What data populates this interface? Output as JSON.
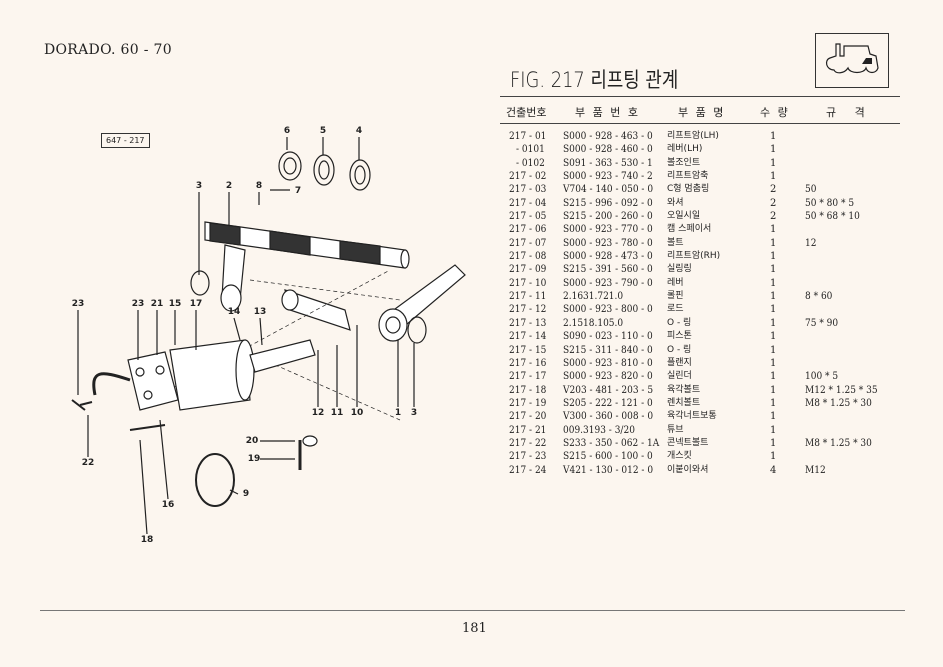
{
  "header": {
    "model": "DORADO. 60 - 70",
    "figure_ref": "647 - 217",
    "figure_title": "FIG. 217 리프팅 관계"
  },
  "logo": {
    "icon": "tractor-icon"
  },
  "table": {
    "columns": [
      "건출번호",
      "부 품 번 호",
      "부 품 명",
      "수 량",
      "규   격"
    ],
    "rows": [
      [
        "217 - 01",
        "S000 - 928 - 463 - 0",
        "리프트암(LH)",
        "1",
        ""
      ],
      [
        "- 0101",
        "S000 - 928 - 460 - 0",
        "레버(LH)",
        "1",
        ""
      ],
      [
        "- 0102",
        "S091 - 363 - 530 - 1",
        "볼조인트",
        "1",
        ""
      ],
      [
        "217 - 02",
        "S000 - 923 - 740 - 2",
        "리프트암축",
        "1",
        ""
      ],
      [
        "217 - 03",
        "V704 - 140 - 050 - 0",
        "C형 멈춤링",
        "2",
        "50"
      ],
      [
        "217 - 04",
        "S215 - 996 - 092 - 0",
        "와셔",
        "2",
        "50 * 80 * 5"
      ],
      [
        "217 - 05",
        "S215 - 200 - 260 - 0",
        "오일시일",
        "2",
        "50 * 68 * 10"
      ],
      [
        "217 - 06",
        "S000 - 923 - 770 - 0",
        "캠 스페이서",
        "1",
        ""
      ],
      [
        "217 - 07",
        "S000 - 923 - 780 - 0",
        "볼트",
        "1",
        "12"
      ],
      [
        "217 - 08",
        "S000 - 928 - 473 - 0",
        "리프트암(RH)",
        "1",
        ""
      ],
      [
        "217 - 09",
        "S215 - 391 - 560 - 0",
        "실링링",
        "1",
        ""
      ],
      [
        "217 - 10",
        "S000 - 923 - 790 - 0",
        "레버",
        "1",
        ""
      ],
      [
        "217 - 11",
        "2.1631.721.0",
        "롤핀",
        "1",
        "8 * 60"
      ],
      [
        "217 - 12",
        "S000 - 923 - 800 - 0",
        "로드",
        "1",
        ""
      ],
      [
        "217 - 13",
        "2.1518.105.0",
        "O - 링",
        "1",
        "75 * 90"
      ],
      [
        "217 - 14",
        "S090 - 023 - 110 - 0",
        "피스톤",
        "1",
        ""
      ],
      [
        "217 - 15",
        "S215 - 311 - 840 - 0",
        "O - 링",
        "1",
        ""
      ],
      [
        "217 - 16",
        "S000 - 923 - 810 - 0",
        "플랜지",
        "1",
        ""
      ],
      [
        "217 - 17",
        "S000 - 923 - 820 - 0",
        "실린더",
        "1",
        "100 * 5"
      ],
      [
        "217 - 18",
        "V203 - 481 - 203 - 5",
        "육각볼트",
        "1",
        "M12 * 1.25 * 35"
      ],
      [
        "217 - 19",
        "S205 - 222 - 121 - 0",
        "렌치볼트",
        "1",
        "M8 * 1.25 * 30"
      ],
      [
        "217 - 20",
        "V300 - 360 - 008 - 0",
        "육각너트보통",
        "1",
        ""
      ],
      [
        "217 - 21",
        "009.3193 - 3/20",
        "튜브",
        "1",
        ""
      ],
      [
        "217 - 22",
        "S233 - 350 - 062 - 1A",
        "콘넥트볼트",
        "1",
        "M8 * 1.25 * 30"
      ],
      [
        "217 - 23",
        "S215 - 600 - 100 - 0",
        "개스킷",
        "1",
        ""
      ],
      [
        "217 - 24",
        "V421 - 130 - 012 - 0",
        "이붙이와셔",
        "4",
        "M12"
      ]
    ]
  },
  "diagram": {
    "callouts": [
      "6",
      "5",
      "4",
      "3",
      "2",
      "8",
      "7",
      "23",
      "23",
      "21",
      "15",
      "17",
      "14",
      "13",
      "12",
      "11",
      "10",
      "1",
      "3",
      "20",
      "19",
      "22",
      "9",
      "16",
      "18"
    ]
  },
  "footer": {
    "page_number": "181"
  }
}
